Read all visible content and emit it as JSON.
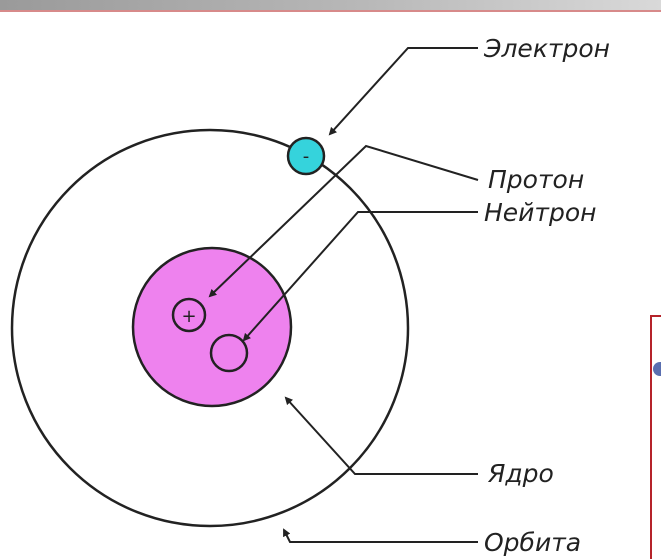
{
  "labels": {
    "electron": "Электрон",
    "proton": "Протон",
    "neutron": "Нейтрон",
    "nucleus": "Ядро",
    "orbit": "Орбита"
  },
  "signs": {
    "electron": "-",
    "proton": "+"
  },
  "colors": {
    "electron_fill": "#35d3dc",
    "nucleus_fill": "#ee82ee",
    "line": "#222222",
    "frame_accent": "#b5232a"
  }
}
